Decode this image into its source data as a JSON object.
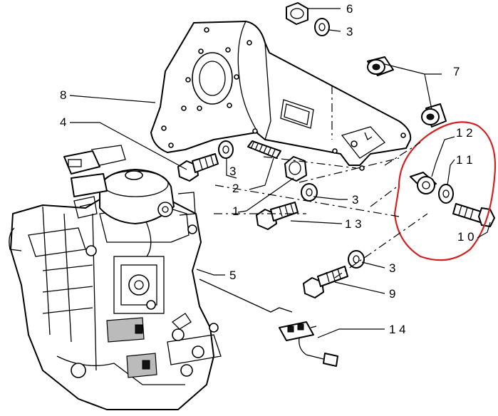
{
  "callouts": {
    "c1": "1",
    "c2": "2",
    "c3a": "3",
    "c3b": "3",
    "c3c": "3",
    "c3d": "3",
    "c4": "4",
    "c5": "5",
    "c6": "6",
    "c7": "7",
    "c8": "8",
    "c9": "9",
    "c10": "1 0",
    "c11": "1 1",
    "c12": "1 2",
    "c13": "1 3",
    "c14": "1 4"
  },
  "colors": {
    "ink": "#000000",
    "highlight": "#d42020",
    "background": "#ffffff"
  }
}
